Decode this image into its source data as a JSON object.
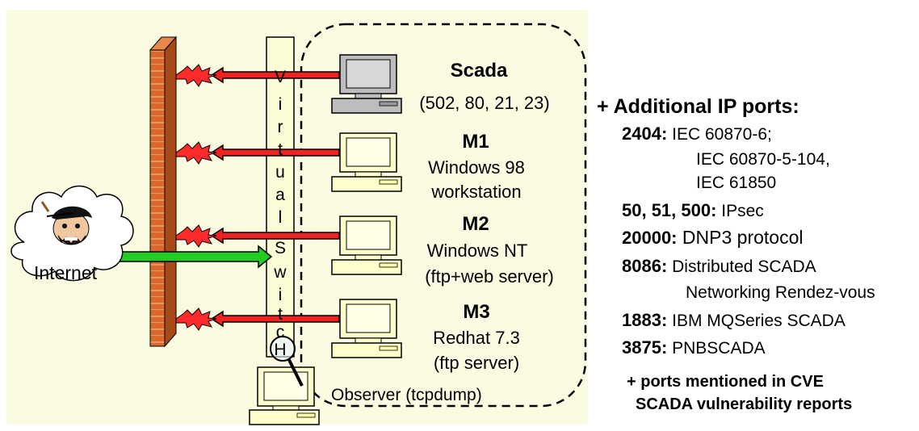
{
  "internet": {
    "label": "Internet"
  },
  "virtual_switch": {
    "letters": [
      "V",
      "i",
      "r",
      "t",
      "u",
      "a",
      "l",
      "S",
      "w",
      "i",
      "t",
      "c",
      "H"
    ]
  },
  "machines": [
    {
      "title": "Scada",
      "lines": [
        "(502, 80, 21, 23)"
      ]
    },
    {
      "title": "M1",
      "lines": [
        "Windows 98",
        "workstation"
      ]
    },
    {
      "title": "M2",
      "lines": [
        "Windows NT",
        "(ftp+web server)"
      ]
    },
    {
      "title": "M3",
      "lines": [
        "Redhat 7.3",
        "(ftp server)"
      ]
    }
  ],
  "observer": {
    "label": "Observer (tcpdump)"
  },
  "ports": {
    "heading": "+ Additional IP ports:",
    "items": [
      {
        "port": "2404:",
        "desc": " IEC 60870-6;"
      },
      {
        "port": "",
        "desc": "IEC  60870-5-104,"
      },
      {
        "port": "",
        "desc": "IEC 61850"
      },
      {
        "port": "50, 51, 500:",
        "desc": " IPsec"
      },
      {
        "port": "20000:",
        "desc": " DNP3 protocol"
      },
      {
        "port": "8086:",
        "desc": " Distributed SCADA"
      },
      {
        "port": "",
        "desc": "Networking Rendez-vous"
      },
      {
        "port": "1883:",
        "desc": " IBM MQSeries SCADA"
      },
      {
        "port": "3875:",
        "desc": " PNBSCADA"
      }
    ],
    "footer": [
      "+ ports mentioned in CVE",
      "SCADA vulnerability reports"
    ]
  },
  "colors": {
    "panel_bg": "#fbfbe1",
    "firewall": "#d9682a",
    "arrow_red": "#ee2222",
    "arrow_green": "#22cc22",
    "burst": "#ff2a2a",
    "switch_bg": "#fbfbd6",
    "cloud_bg": "#ffffff",
    "computer_scada": "#bdbdbd",
    "computer_other": "#ffffcc"
  },
  "icons": {
    "cloud": "cloud-icon",
    "pirate": "pirate-face-icon",
    "computer": "computer-icon",
    "magnifier": "magnifier-icon",
    "burst": "burst-icon"
  }
}
